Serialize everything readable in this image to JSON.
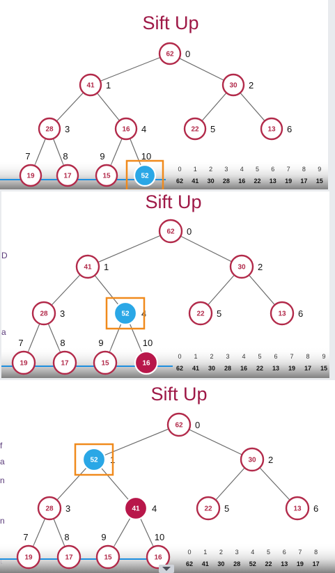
{
  "slides": [
    {
      "title": "Sift Up",
      "highlight_index": 10,
      "nodes": [
        {
          "index": 0,
          "index_label": "0",
          "value": "62",
          "state": "normal"
        },
        {
          "index": 1,
          "index_label": "1",
          "value": "41",
          "state": "normal"
        },
        {
          "index": 2,
          "index_label": "2",
          "value": "30",
          "state": "normal"
        },
        {
          "index": 3,
          "index_label": "3",
          "value": "28",
          "state": "normal"
        },
        {
          "index": 4,
          "index_label": "4",
          "value": "16",
          "state": "normal"
        },
        {
          "index": 5,
          "index_label": "5",
          "value": "22",
          "state": "normal"
        },
        {
          "index": 6,
          "index_label": "6",
          "value": "13",
          "state": "normal"
        },
        {
          "index": 7,
          "index_label": "7",
          "value": "19",
          "state": "normal"
        },
        {
          "index": 8,
          "index_label": "8",
          "value": "17",
          "state": "normal"
        },
        {
          "index": 9,
          "index_label": "9",
          "value": "15",
          "state": "normal"
        },
        {
          "index": 10,
          "index_label": "10",
          "value": "52",
          "state": "highlight"
        }
      ],
      "array_indices": [
        "0",
        "1",
        "2",
        "3",
        "4",
        "5",
        "6",
        "7",
        "8",
        "9"
      ],
      "array_values": [
        "62",
        "41",
        "30",
        "28",
        "16",
        "22",
        "13",
        "19",
        "17",
        "15"
      ],
      "progress": 0.5
    },
    {
      "title": "Sift Up",
      "highlight_index": 4,
      "nodes": [
        {
          "index": 0,
          "index_label": "0",
          "value": "62",
          "state": "normal"
        },
        {
          "index": 1,
          "index_label": "1",
          "value": "41",
          "state": "normal"
        },
        {
          "index": 2,
          "index_label": "2",
          "value": "30",
          "state": "normal"
        },
        {
          "index": 3,
          "index_label": "3",
          "value": "28",
          "state": "normal"
        },
        {
          "index": 4,
          "index_label": "4",
          "value": "52",
          "state": "highlight"
        },
        {
          "index": 5,
          "index_label": "5",
          "value": "22",
          "state": "normal"
        },
        {
          "index": 6,
          "index_label": "6",
          "value": "13",
          "state": "normal"
        },
        {
          "index": 7,
          "index_label": "7",
          "value": "19",
          "state": "normal"
        },
        {
          "index": 8,
          "index_label": "8",
          "value": "17",
          "state": "normal"
        },
        {
          "index": 9,
          "index_label": "9",
          "value": "15",
          "state": "normal"
        },
        {
          "index": 10,
          "index_label": "10",
          "value": "16",
          "state": "swapped"
        }
      ],
      "array_indices": [
        "0",
        "1",
        "2",
        "3",
        "4",
        "5",
        "6",
        "7",
        "8",
        "9"
      ],
      "array_values": [
        "62",
        "41",
        "30",
        "28",
        "16",
        "22",
        "13",
        "19",
        "17",
        "15"
      ],
      "progress": 0.52
    },
    {
      "title": "Sift Up",
      "highlight_index": 1,
      "nodes": [
        {
          "index": 0,
          "index_label": "0",
          "value": "62",
          "state": "normal"
        },
        {
          "index": 1,
          "index_label": "1",
          "value": "52",
          "state": "highlight"
        },
        {
          "index": 2,
          "index_label": "2",
          "value": "30",
          "state": "normal"
        },
        {
          "index": 3,
          "index_label": "3",
          "value": "28",
          "state": "normal"
        },
        {
          "index": 4,
          "index_label": "4",
          "value": "41",
          "state": "swapped"
        },
        {
          "index": 5,
          "index_label": "5",
          "value": "22",
          "state": "normal"
        },
        {
          "index": 6,
          "index_label": "6",
          "value": "13",
          "state": "normal"
        },
        {
          "index": 7,
          "index_label": "7",
          "value": "19",
          "state": "normal"
        },
        {
          "index": 8,
          "index_label": "8",
          "value": "17",
          "state": "normal"
        },
        {
          "index": 9,
          "index_label": "9",
          "value": "15",
          "state": "normal"
        },
        {
          "index": 10,
          "index_label": "10",
          "value": "16",
          "state": "normal"
        }
      ],
      "array_indices": [
        "0",
        "1",
        "2",
        "3",
        "4",
        "5",
        "6",
        "7",
        "8"
      ],
      "array_values": [
        "62",
        "41",
        "30",
        "28",
        "52",
        "22",
        "13",
        "19",
        "17"
      ],
      "progress": 0.6
    }
  ],
  "colors": {
    "title": "#9e1846",
    "node_stroke": "#b22a4a",
    "highlight_fill": "#2aa7e6",
    "swapped_fill": "#b8174a",
    "focus_box": "#f08a1c"
  },
  "icons": {
    "player_scroll": "chevron-down-icon"
  }
}
